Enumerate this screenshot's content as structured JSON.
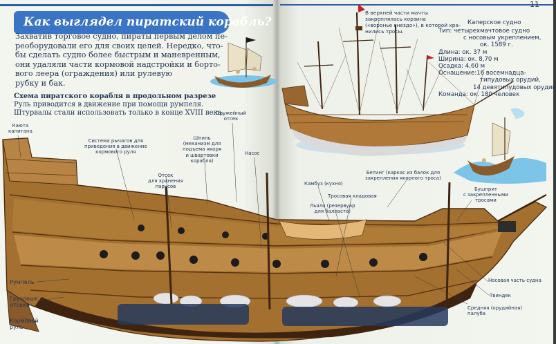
{
  "left_page": {
    "title": "Как выглядел пиратский корабль?",
    "intro_lines": [
      "Захватив торговое судно, пираты первым делом пе-",
      "реоборудовали его для своих целей. Нередко, что-",
      "бы сделать судно более быстрым и маневренным,",
      "они удаляли части кормовой надстройки и борто-",
      "вого леера (ограждения) или рулевую",
      "рубку и бак."
    ],
    "schema_heading": "Схема пиратского корабля в продольном разрезе",
    "schema_lines": [
      "Руль приводится в движение при помощи румпеля.",
      "Штурвалы стали использовать только в конце XVIII века."
    ]
  },
  "right_page": {
    "page_number": "11",
    "mast_note_lines": [
      "В верхней части мачты",
      "закреплялась корзина",
      "(«воронье гнездо»), в которой хра-",
      "нились тросы."
    ],
    "spec_title": "Каперское судно",
    "spec_lines": [
      "Тип: четырехмачтовое судно",
      "с носовым укреплением,",
      "ок. 1589 г.",
      "Длина: ок. 37 м",
      "Ширина: ок. 8,70 м",
      "Осадка: 4,60 м",
      "Оснащение:16 восемнадца-",
      "типудовых орудий,",
      "14 девятипудовых орудий",
      "Команда: ок. 180 человек"
    ]
  },
  "labels": {
    "kayuta": [
      "Каюта",
      "капитана"
    ],
    "rychagi": [
      "Система рычагов для",
      "приведения в движение",
      "кормового руля"
    ],
    "shpil": [
      "Шпиль",
      "(механизм для",
      "подъема якоря",
      "и швартовки",
      "корабля)"
    ],
    "oruzheyny": [
      "Оружейный",
      "отсек"
    ],
    "nasos": [
      "Насос"
    ],
    "otsek_parusov": [
      "Отсек",
      "для хранения",
      "парусов"
    ],
    "rumpel": [
      "Румпель"
    ],
    "gruzovye": [
      "Грузовые",
      "отсеки"
    ],
    "kormovoy_rul": [
      "Кормовой",
      "руль"
    ],
    "kambuz": [
      "Камбуз (кухня)"
    ],
    "tros_kladovaya": [
      "Тросовая кладовая"
    ],
    "lyalo": [
      "Льяло (резервуар",
      "для балласта)"
    ],
    "beting": [
      "Бетинг (каркас из балок для",
      "закрепления якорного троса)"
    ],
    "bushprit": [
      "Бушприт",
      "с закрепленными",
      "тросами"
    ],
    "nosovaya": [
      "Носовая часть судна"
    ],
    "tvindek": [
      "Твиндек"
    ],
    "srednyaya": [
      "Средняя (орудийная)",
      "палуба"
    ]
  },
  "colors": {
    "banner": "#3a74c4",
    "rule": "#2d5fa8",
    "text": "#223355",
    "hull_wood": "#a4702f",
    "hull_dark": "#5a3514",
    "deck_light": "#d8a860",
    "sea": "#7cc4e8"
  }
}
